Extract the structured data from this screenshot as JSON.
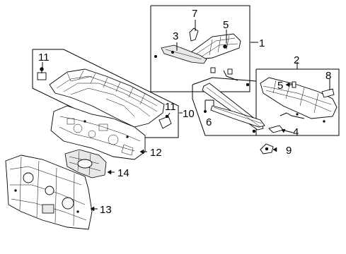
{
  "callouts": {
    "c1": "1",
    "c2": "2",
    "c3": "3",
    "c4": "4",
    "c5a": "5",
    "c5b": "5",
    "c6": "6",
    "c7": "7",
    "c8": "8",
    "c9": "9",
    "c10": "10",
    "c11a": "11",
    "c11b": "11",
    "c12": "12",
    "c13": "13",
    "c14": "14"
  },
  "colors": {
    "line": "#000000",
    "background": "#ffffff",
    "shade": "#e8e8e8"
  }
}
